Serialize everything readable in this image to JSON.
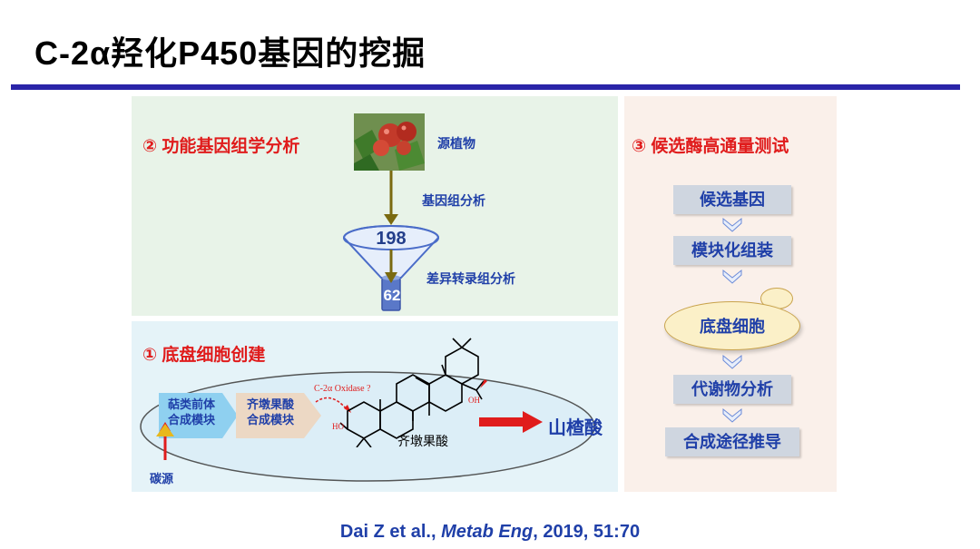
{
  "title": "C-2α羟化P450基因的挖掘",
  "section_genomics": {
    "title": "② 功能基因组学分析",
    "source_label": "源植物",
    "genome_analysis_label": "基因组分析",
    "count_top": "198",
    "diff_transcriptome_label": "差异转录组分析",
    "count_bottom": "62"
  },
  "section_chassis": {
    "title": "① 底盘细胞创建",
    "module1_line1": "萜类前体",
    "module1_line2": "合成模块",
    "module2_line1": "齐墩果酸",
    "module2_line2": "合成模块",
    "carbon_source_label": "碳源",
    "oxidase_label": "C-2α Oxidase ?",
    "oh_label": "OH",
    "ho_label": "HO",
    "oleanolic_acid_label": "齐墩果酸",
    "product_label": "山楂酸"
  },
  "section_screen": {
    "title": "③ 候选酶高通量测试",
    "steps": [
      "候选基因",
      "模块化组装",
      "底盘细胞",
      "代谢物分析",
      "合成途径推导"
    ]
  },
  "citation": {
    "authors": "Dai Z et al., ",
    "journal": "Metab Eng",
    "rest": ", 2019, 51:70"
  },
  "colors": {
    "title_rule": "#2a24a8",
    "section_title": "#e01c1c",
    "label_blue": "#1f3fa8",
    "step_box": "#cfd6e0"
  }
}
